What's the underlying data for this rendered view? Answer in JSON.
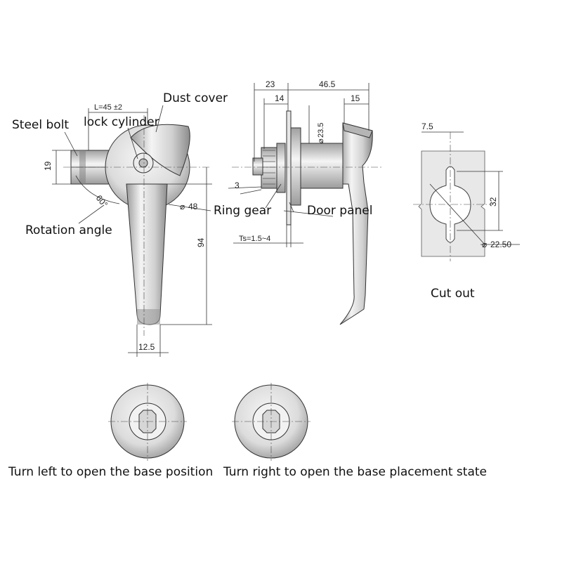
{
  "labels": {
    "dust_cover": "Dust cover",
    "steel_bolt": "Steel bolt",
    "lock_cylinder": "lock cylinder",
    "rotation_angle": "Rotation angle",
    "ring_gear": "Ring gear",
    "door_panel": "Door panel",
    "cut_out": "Cut out",
    "turn_left": "Turn left to open the base position",
    "turn_right": "Turn right to open the base placement state"
  },
  "dimensions": {
    "length": "L=45 ±2",
    "height_19": "19",
    "angle_60": "60°",
    "diameter_48": "48",
    "height_94": "94",
    "width_12_5": "12.5",
    "d23": "23",
    "d46_5": "46.5",
    "d14": "14",
    "d15": "15",
    "diameter_23_5": "23.5",
    "d3": "3",
    "ts": "Ts=1.5~4",
    "d7_5": "7.5",
    "d32": "32",
    "diameter_22_50": "22.50"
  },
  "colors": {
    "metal_light": "#f2f2f2",
    "metal_mid": "#c8c8c8",
    "metal_dark": "#8a8a8a",
    "panel": "#e6e6e6"
  }
}
